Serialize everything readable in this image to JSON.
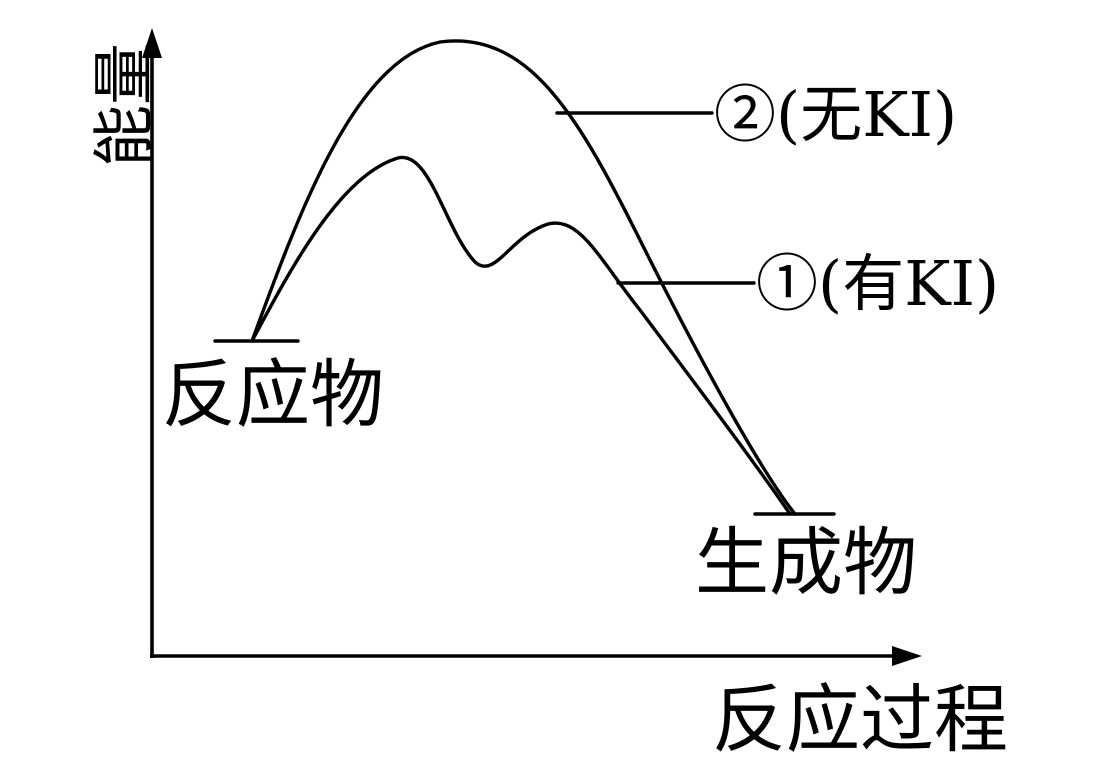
{
  "diagram": {
    "y_axis_label": "能量",
    "x_axis_label": "反应过程",
    "reactants_label": "反应物",
    "products_label": "生成物",
    "curve_uncatalyzed_label": "②(无KI)",
    "curve_catalyzed_label": "①(有KI)",
    "line_color": "#000000",
    "background_color": "#ffffff"
  }
}
